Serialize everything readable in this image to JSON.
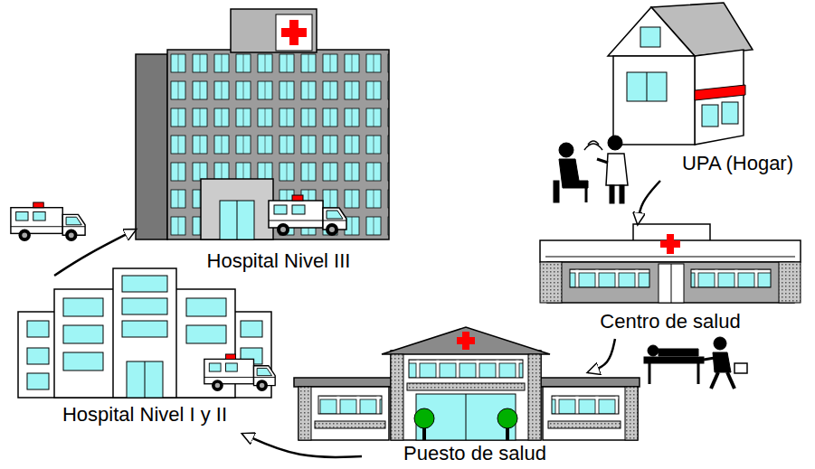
{
  "diagram": {
    "nodes": [
      {
        "text": [
          "Hospital Nivel III"
        ]
      },
      {
        "text": [
          "UPA (Hogar)"
        ]
      },
      {
        "text": [
          "Centro de salud"
        ]
      },
      {
        "text": [
          "Hospital Nivel I y II"
        ]
      },
      {
        "text": [
          "Puesto de salud"
        ]
      }
    ],
    "edges": [
      {
        "from": 1,
        "to": 2,
        "arrow": "to"
      },
      {
        "from": 2,
        "to": 4,
        "arrow": "to"
      },
      {
        "from": 4,
        "to": 3,
        "arrow": "to"
      },
      {
        "from": 3,
        "to": 0,
        "arrow": "to"
      }
    ]
  }
}
